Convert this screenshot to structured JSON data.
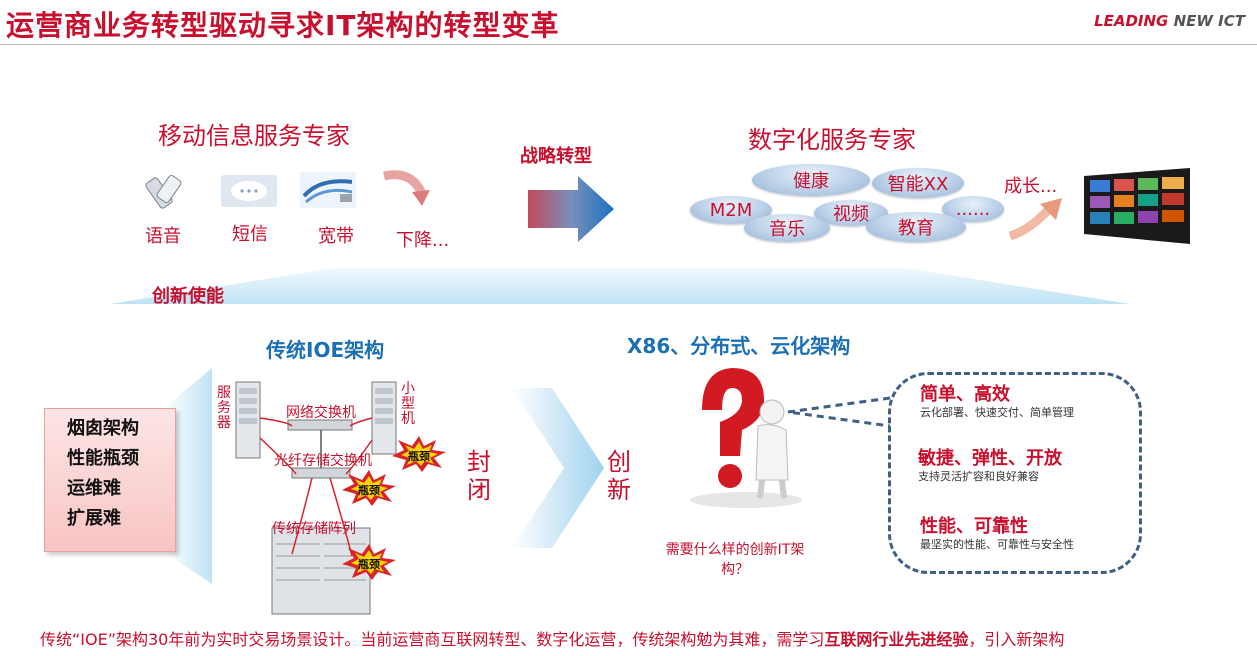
{
  "header": {
    "title": "运营商业务转型驱动寻求IT架构的转型变革",
    "brand_a": "LEADING",
    "brand_b": " NEW ICT"
  },
  "top": {
    "left_heading": "移动信息服务专家",
    "right_heading": "数字化服务专家",
    "services": [
      "语音",
      "短信",
      "宽带",
      "下降..."
    ],
    "strategy_label": "战略转型",
    "clouds": [
      "健康",
      "智能XX",
      "M2M",
      "视频",
      "......",
      "音乐",
      "教育"
    ],
    "growth_label": "成长..."
  },
  "enable_label": "创新使能",
  "ioe": {
    "title": "传统IOE架构",
    "problems": [
      "烟囱架构",
      "性能瓶颈",
      "运维难",
      "扩展难"
    ],
    "server_label": "服务器",
    "minicomputer_label": "小型机",
    "network_switch": "网络交换机",
    "fc_switch": "光纤存储交换机",
    "storage_array": "传统存储阵列",
    "bottleneck": "瓶颈",
    "closed": "封闭"
  },
  "innovate": "创新",
  "x86": {
    "title": "X86、分布式、云化架构",
    "question": "需要什么样的创新IT架构？",
    "features": [
      {
        "title": "简单、高效",
        "sub": "云化部署、快速交付、简单管理"
      },
      {
        "title": "敏捷、弹性、开放",
        "sub": "支持灵活扩容和良好兼容"
      },
      {
        "title": "性能、可靠性",
        "sub": "最坚实的性能、可靠性与安全性"
      }
    ]
  },
  "bottom": {
    "prefix": "传统“IOE”架构30年前为实时交易场景设计。当前运营商互联网转型、数字化运营，传统架构勉为其难，需学习",
    "highlight": "互联网行业先进经验",
    "suffix": "，引入新架构"
  },
  "colors": {
    "accent": "#c8102e",
    "blue": "#1a6fb5"
  }
}
